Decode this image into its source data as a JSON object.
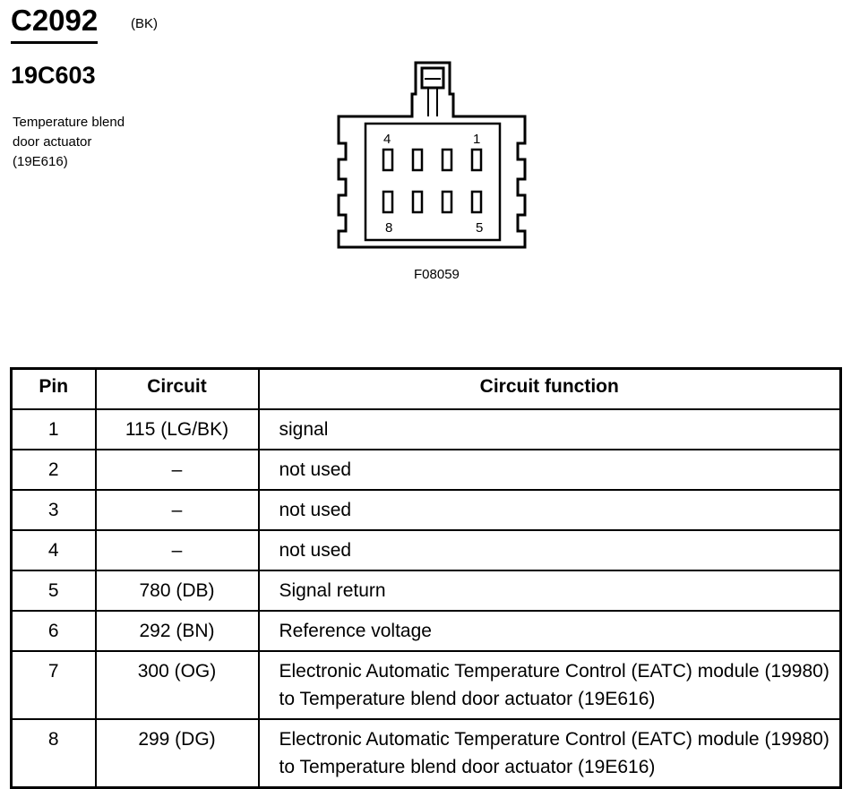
{
  "header": {
    "connector_id": "C2092",
    "color_code": "(BK)",
    "part_number": "19C603",
    "description_lines": [
      "Temperature blend",
      "door actuator",
      "(19E616)"
    ]
  },
  "figure": {
    "id": "F08059",
    "cavity_labels": {
      "top_left": "4",
      "top_right": "1",
      "bottom_left": "8",
      "bottom_right": "5"
    }
  },
  "table": {
    "headers": {
      "pin": "Pin",
      "circuit": "Circuit",
      "function": "Circuit function"
    },
    "rows": [
      {
        "pin": "1",
        "circuit": "115 (LG/BK)",
        "function": "signal"
      },
      {
        "pin": "2",
        "circuit": "–",
        "function": "not used"
      },
      {
        "pin": "3",
        "circuit": "–",
        "function": "not used"
      },
      {
        "pin": "4",
        "circuit": "–",
        "function": "not used"
      },
      {
        "pin": "5",
        "circuit": "780 (DB)",
        "function": "Signal return"
      },
      {
        "pin": "6",
        "circuit": "292 (BN)",
        "function": "Reference voltage"
      },
      {
        "pin": "7",
        "circuit": "300 (OG)",
        "function": "Electronic Automatic Temperature Control (EATC) module (19980) to Temperature blend door actuator (19E616)"
      },
      {
        "pin": "8",
        "circuit": "299 (DG)",
        "function": "Electronic Automatic Temperature Control (EATC) module (19980) to Temperature blend door actuator (19E616)"
      }
    ]
  }
}
